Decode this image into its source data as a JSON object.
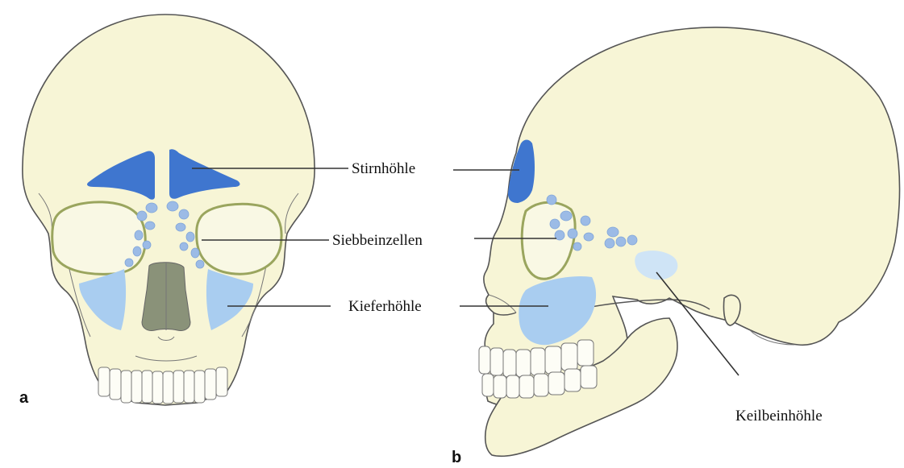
{
  "labels": {
    "frontal_sinus": "Stirnhöhle",
    "ethmoid_cells": "Siebbeinzellen",
    "maxillary_sinus": "Kieferhöhle",
    "sphenoid_sinus": "Keilbeinhöhle"
  },
  "panels": {
    "front_view_letter": "a",
    "side_view_letter": "b"
  },
  "colors": {
    "bone": "#f7f5d6",
    "frontal_sinus": "#3f76cf",
    "ethmoid_cells": "#9cbbe6",
    "maxillary_sinus": "#a9cdf0",
    "sphenoid_sinus": "#cfe4f6",
    "nasal_cavity": "#8a9279"
  }
}
